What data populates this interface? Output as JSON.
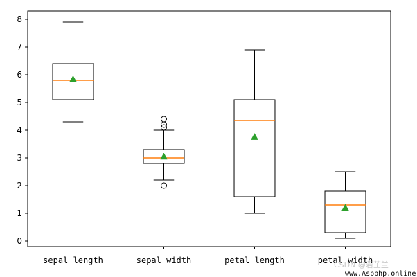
{
  "chart_data": {
    "type": "box",
    "title": "",
    "xlabel": "",
    "ylabel": "",
    "categories": [
      "sepal_length",
      "sepal_width",
      "petal_length",
      "petal_width"
    ],
    "y_ticks": [
      0,
      1,
      2,
      3,
      4,
      5,
      6,
      7,
      8
    ],
    "ylim": [
      -0.2,
      8.3
    ],
    "grid": false,
    "legend": "none",
    "show_means": true,
    "boxes": [
      {
        "category": "sepal_length",
        "whisker_low": 4.3,
        "q1": 5.1,
        "median": 5.8,
        "q3": 6.4,
        "whisker_high": 7.9,
        "mean": 5.84,
        "outliers": []
      },
      {
        "category": "sepal_width",
        "whisker_low": 2.2,
        "q1": 2.8,
        "median": 3.0,
        "q3": 3.3,
        "whisker_high": 4.0,
        "mean": 3.05,
        "outliers": [
          2.0,
          4.1,
          4.2,
          4.4
        ]
      },
      {
        "category": "petal_length",
        "whisker_low": 1.0,
        "q1": 1.6,
        "median": 4.35,
        "q3": 5.1,
        "whisker_high": 6.9,
        "mean": 3.76,
        "outliers": []
      },
      {
        "category": "petal_width",
        "whisker_low": 0.1,
        "q1": 0.3,
        "median": 1.3,
        "q3": 1.8,
        "whisker_high": 2.5,
        "mean": 1.2,
        "outliers": []
      }
    ],
    "colors": {
      "box": "#000000",
      "median": "#ff7f0e",
      "mean": "#2ca02c",
      "outlier": "#000000"
    }
  },
  "watermark": {
    "text": "CSDN @若芷兰",
    "url": "www.Aspphp.online"
  }
}
